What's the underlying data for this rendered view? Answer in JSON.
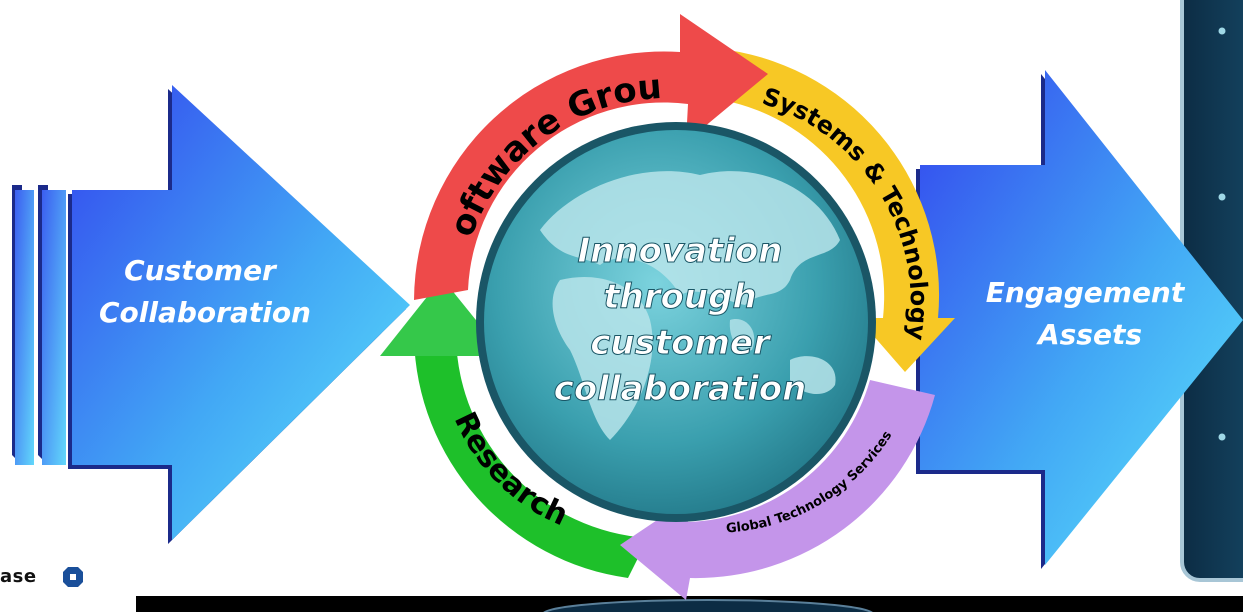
{
  "left_arrow": {
    "line1": "Customer",
    "line2": "Collaboration"
  },
  "right_arrow": {
    "line1": "Engagement",
    "line2": "Assets"
  },
  "center": {
    "lines": [
      "Innovation",
      "through",
      "customer",
      "collaboration"
    ]
  },
  "ring": {
    "software_group": "Software Group",
    "systems_technology": "Systems & Technology",
    "global_technology_services": "Global Technology Services",
    "research": "Research"
  },
  "logo": {
    "text": "ase"
  },
  "colors": {
    "arrow_blue_dark": "#3344ee",
    "arrow_blue_light": "#5ee6fb",
    "software_group": "#ee4a4a",
    "systems_technology": "#f7c825",
    "global_technology_services": "#c495ea",
    "research": "#1ec02a",
    "globe": "#2a8a9a",
    "panel": "#0f3550"
  }
}
